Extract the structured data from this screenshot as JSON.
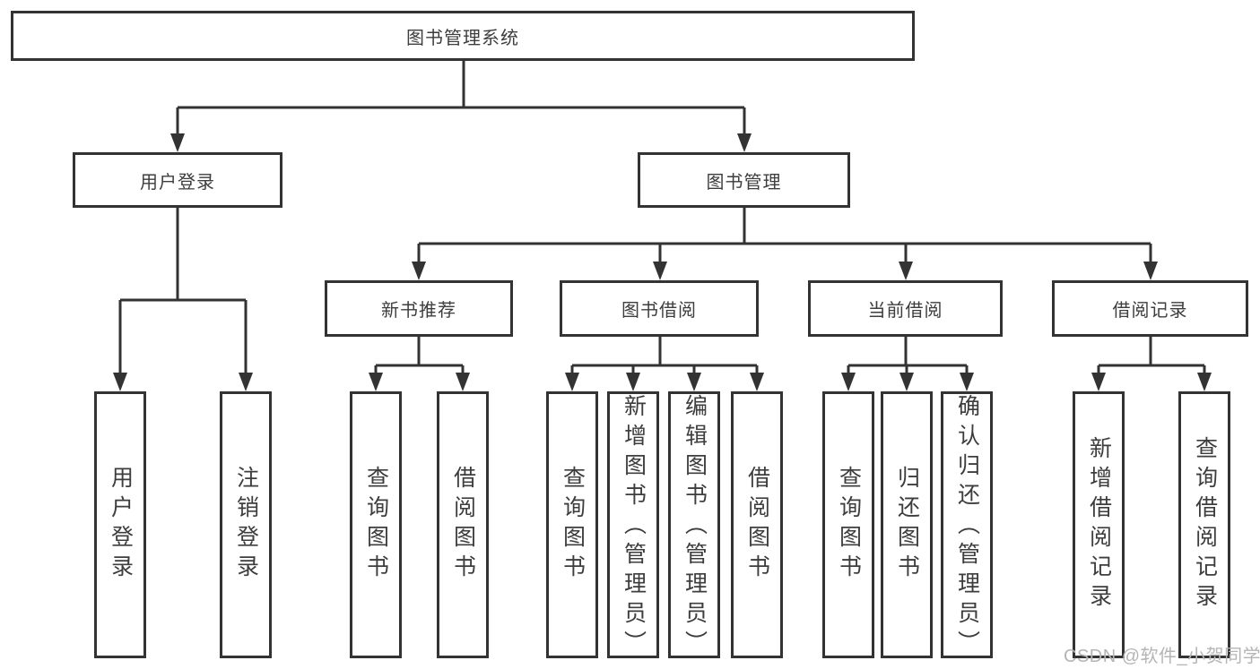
{
  "diagram": {
    "root": {
      "label": "图书管理系统"
    },
    "level2": [
      {
        "label": "用户登录",
        "children": [
          {
            "label": "用户登录"
          },
          {
            "label": "注销登录"
          }
        ]
      },
      {
        "label": "图书管理",
        "children": [
          {
            "label": "新书推荐",
            "children": [
              {
                "label": "查询图书"
              },
              {
                "label": "借阅图书"
              }
            ]
          },
          {
            "label": "图书借阅",
            "children": [
              {
                "label": "查询图书"
              },
              {
                "label": "新增图书（管理员）"
              },
              {
                "label": "编辑图书（管理员）"
              },
              {
                "label": "借阅图书"
              }
            ]
          },
          {
            "label": "当前借阅",
            "children": [
              {
                "label": "查询图书"
              },
              {
                "label": "归还图书"
              },
              {
                "label": "确认归还（管理员）"
              }
            ]
          },
          {
            "label": "借阅记录",
            "children": [
              {
                "label": "新增借阅记录"
              },
              {
                "label": "查询借阅记录"
              }
            ]
          }
        ]
      }
    ],
    "colors": {
      "line": "#333333",
      "box_border": "#333333",
      "box_fill": "#ffffff",
      "text": "#3d3d3d",
      "watermark": "#b5b5b5",
      "background": "#ffffff"
    },
    "watermark": {
      "text": "CSDN @软件_小贺同学"
    }
  }
}
